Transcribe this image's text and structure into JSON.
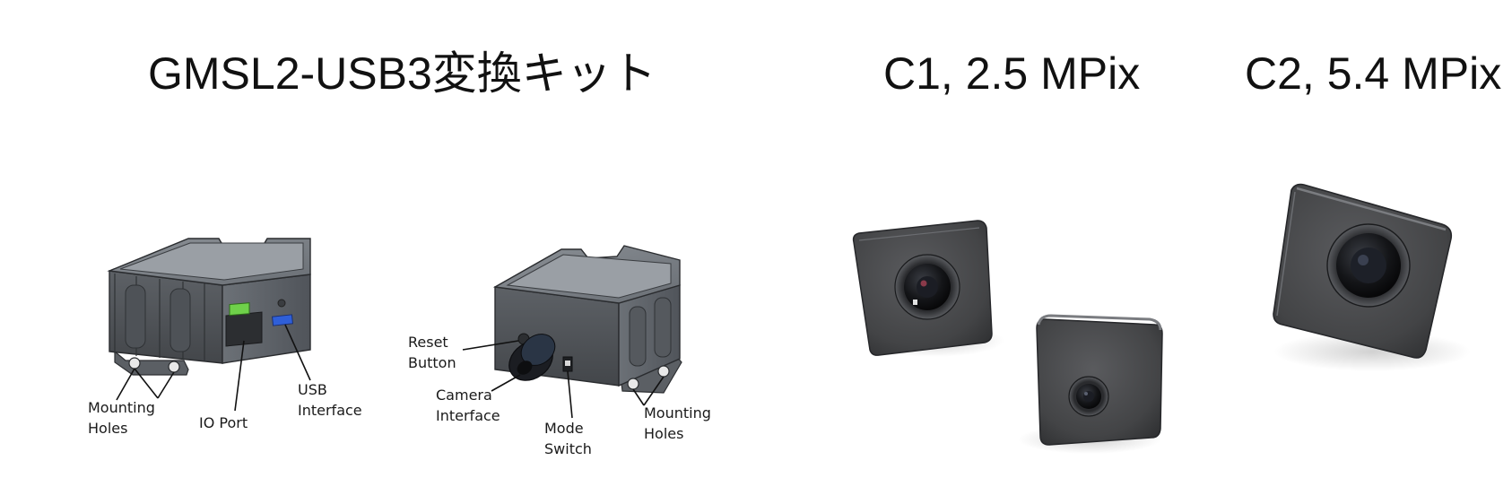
{
  "titles": {
    "kit": "GMSL2-USB3変換キット",
    "c1": "C1, 2.5 MPix",
    "c2": "C2, 5.4 MPix"
  },
  "callouts": {
    "mounting_holes_left": [
      "Mounting",
      "Holes"
    ],
    "io_port": "IO Port",
    "usb_interface": [
      "USB",
      "Interface"
    ],
    "reset_button": [
      "Reset",
      "Button"
    ],
    "camera_interface": [
      "Camera",
      "Interface"
    ],
    "mode_switch": [
      "Mode",
      "Switch"
    ],
    "mounting_holes_right": [
      "Mounting",
      "Holes"
    ]
  },
  "colors": {
    "housing_dark": "#55595e",
    "housing_mid": "#6f747a",
    "housing_light": "#8a8f95",
    "ethernet_green": "#6fd14a",
    "usb_blue": "#2f5fd8",
    "camera_body": "#3a3b3d",
    "lens_glass": "#121214"
  }
}
